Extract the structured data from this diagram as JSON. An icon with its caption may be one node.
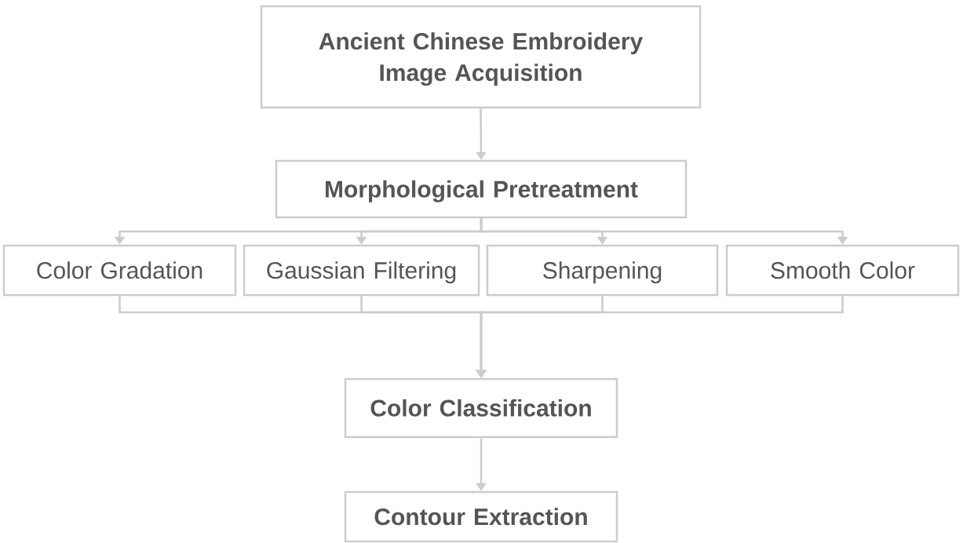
{
  "diagram": {
    "nodes": [
      {
        "text": [
          "Ancient Chinese Embroidery Image Acquisition"
        ]
      },
      {
        "text": [
          "Morphological Pretreatment"
        ]
      },
      {
        "text": [
          "Color Gradation"
        ]
      },
      {
        "text": [
          "Gaussian Filtering"
        ]
      },
      {
        "text": [
          "Sharpening"
        ]
      },
      {
        "text": [
          "Smooth Color"
        ]
      },
      {
        "text": [
          "Color Classification"
        ]
      },
      {
        "text": [
          "Contour Extraction"
        ]
      }
    ],
    "edges": [
      {
        "from": 0,
        "to": 1,
        "arrow": "to"
      },
      {
        "from": 1,
        "to": 2,
        "arrow": "to"
      },
      {
        "from": 1,
        "to": 3,
        "arrow": "to"
      },
      {
        "from": 1,
        "to": 4,
        "arrow": "to"
      },
      {
        "from": 1,
        "to": 5,
        "arrow": "to"
      },
      {
        "from": 2,
        "to": 6,
        "arrow": "to"
      },
      {
        "from": 3,
        "to": 6,
        "arrow": "to"
      },
      {
        "from": 4,
        "to": 6,
        "arrow": "to"
      },
      {
        "from": 5,
        "to": 6,
        "arrow": "to"
      },
      {
        "from": 6,
        "to": 7,
        "arrow": "to"
      }
    ]
  }
}
